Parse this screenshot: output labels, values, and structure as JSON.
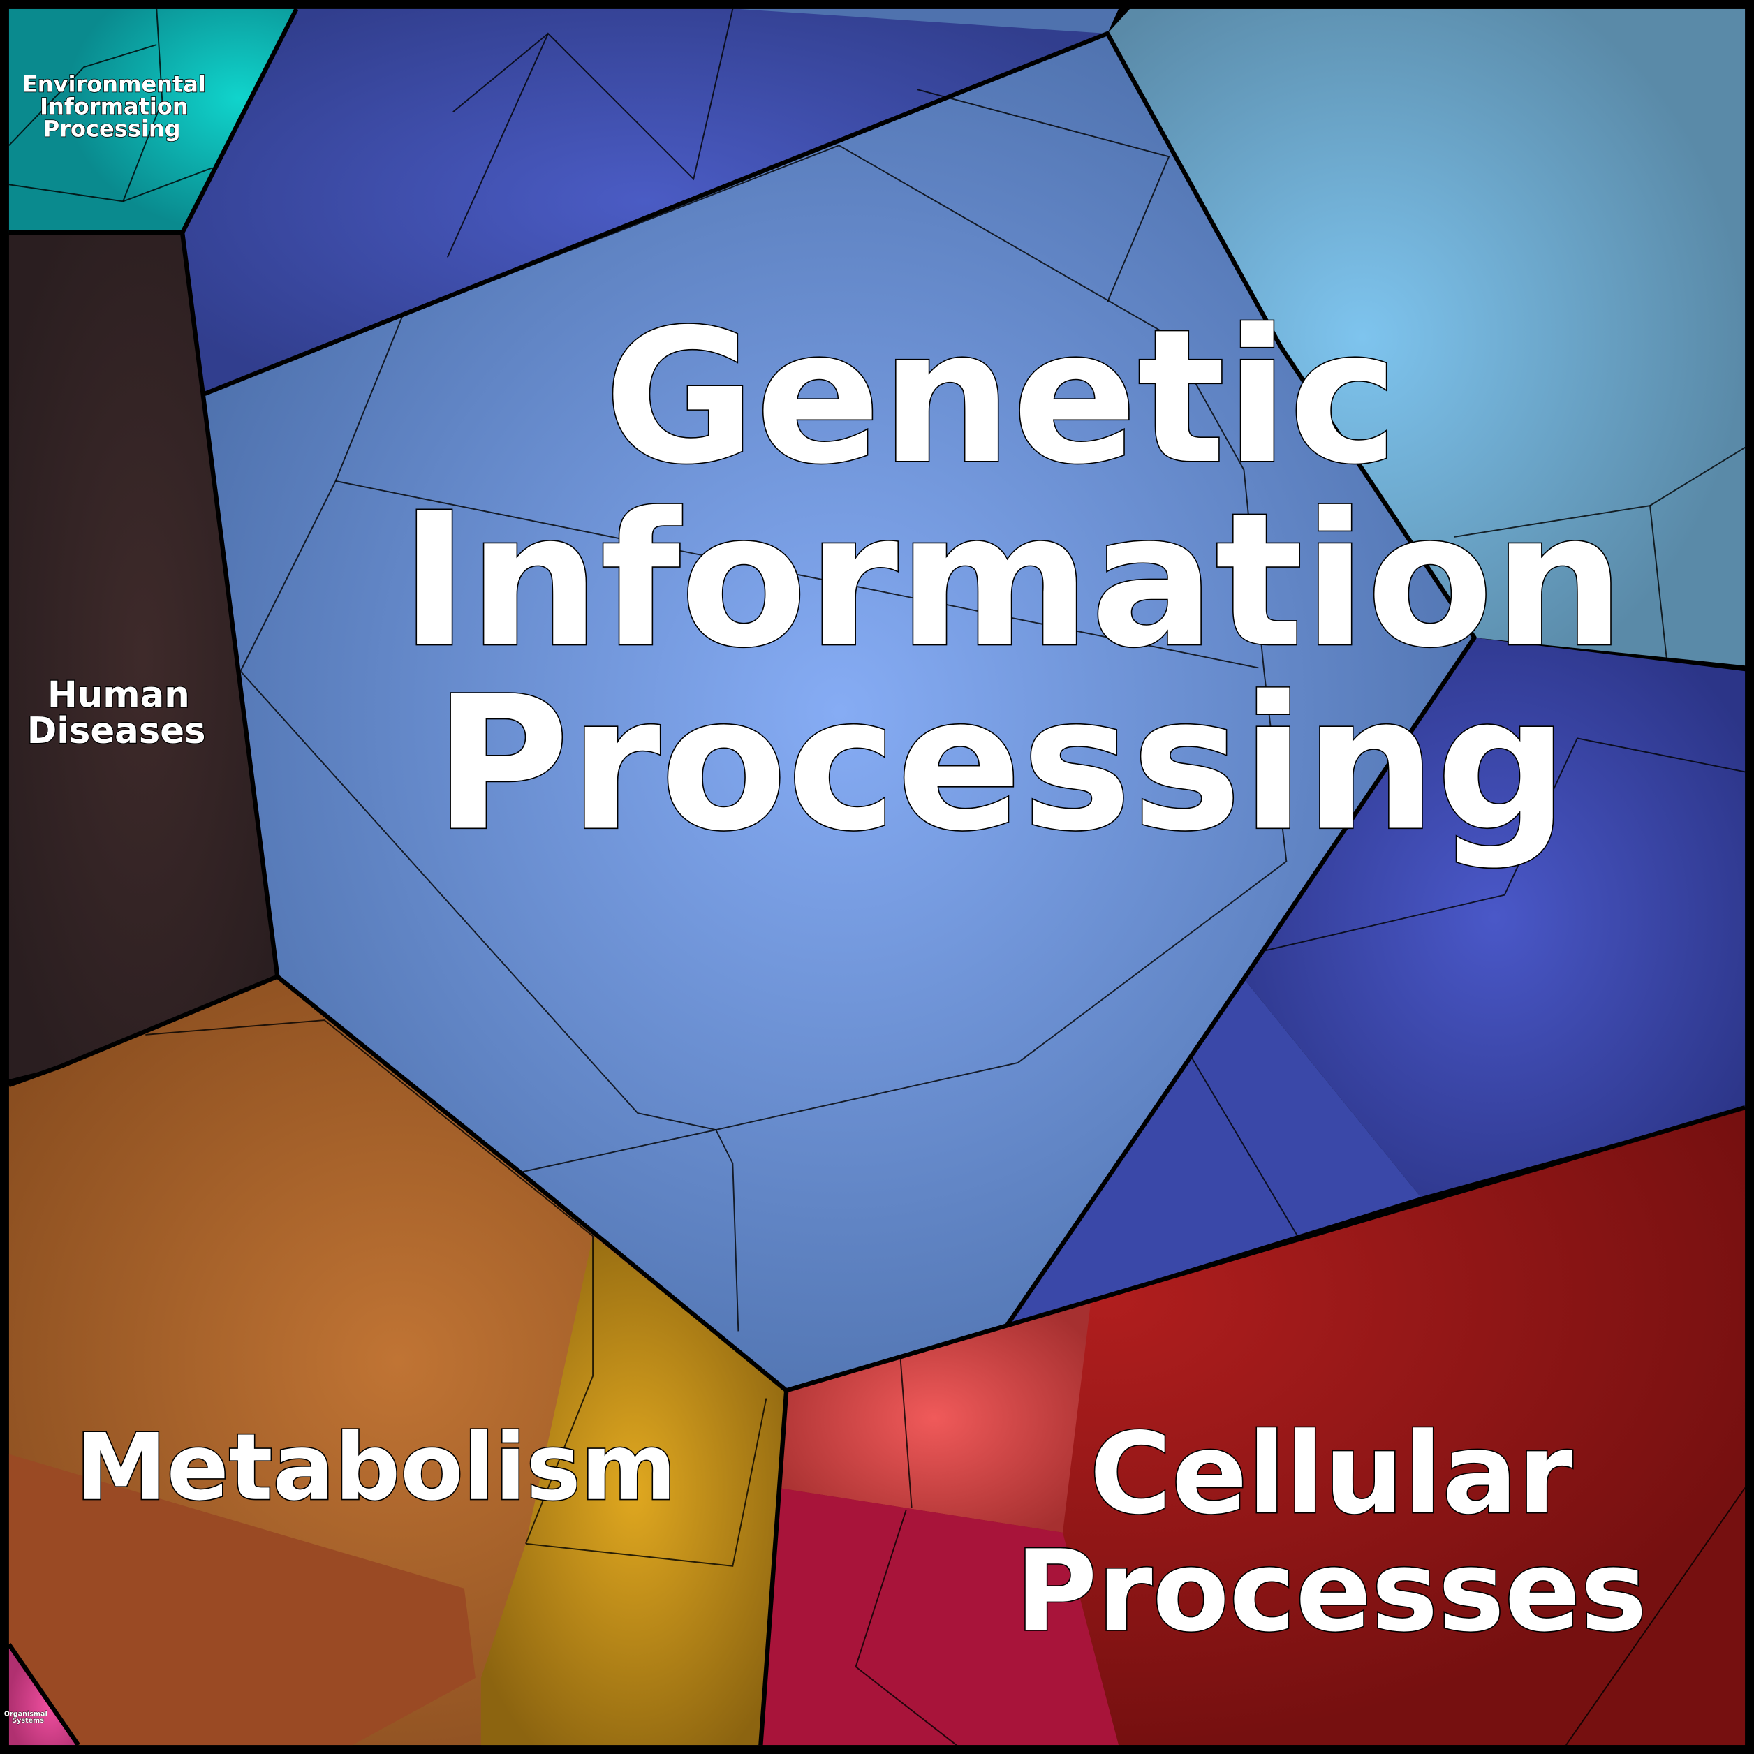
{
  "regions": {
    "genetic": {
      "label_lines": [
        "Genetic",
        "Information",
        "Processing"
      ],
      "color": "#5a86c4"
    },
    "cellular": {
      "label_lines": [
        "Cellular",
        "Processes"
      ],
      "color": "#8b1414"
    },
    "metabolism": {
      "label": "Metabolism",
      "color": "#8e5424"
    },
    "human": {
      "label_lines": [
        "Human",
        "Diseases"
      ],
      "color": "#2e2224"
    },
    "environmental": {
      "label_lines": [
        "Environmental",
        "Information",
        "Processing"
      ],
      "color": "#0a9a9a"
    },
    "organismal": {
      "label_lines": [
        "Organismal",
        "Systems"
      ],
      "color": "#c03c7c"
    }
  }
}
